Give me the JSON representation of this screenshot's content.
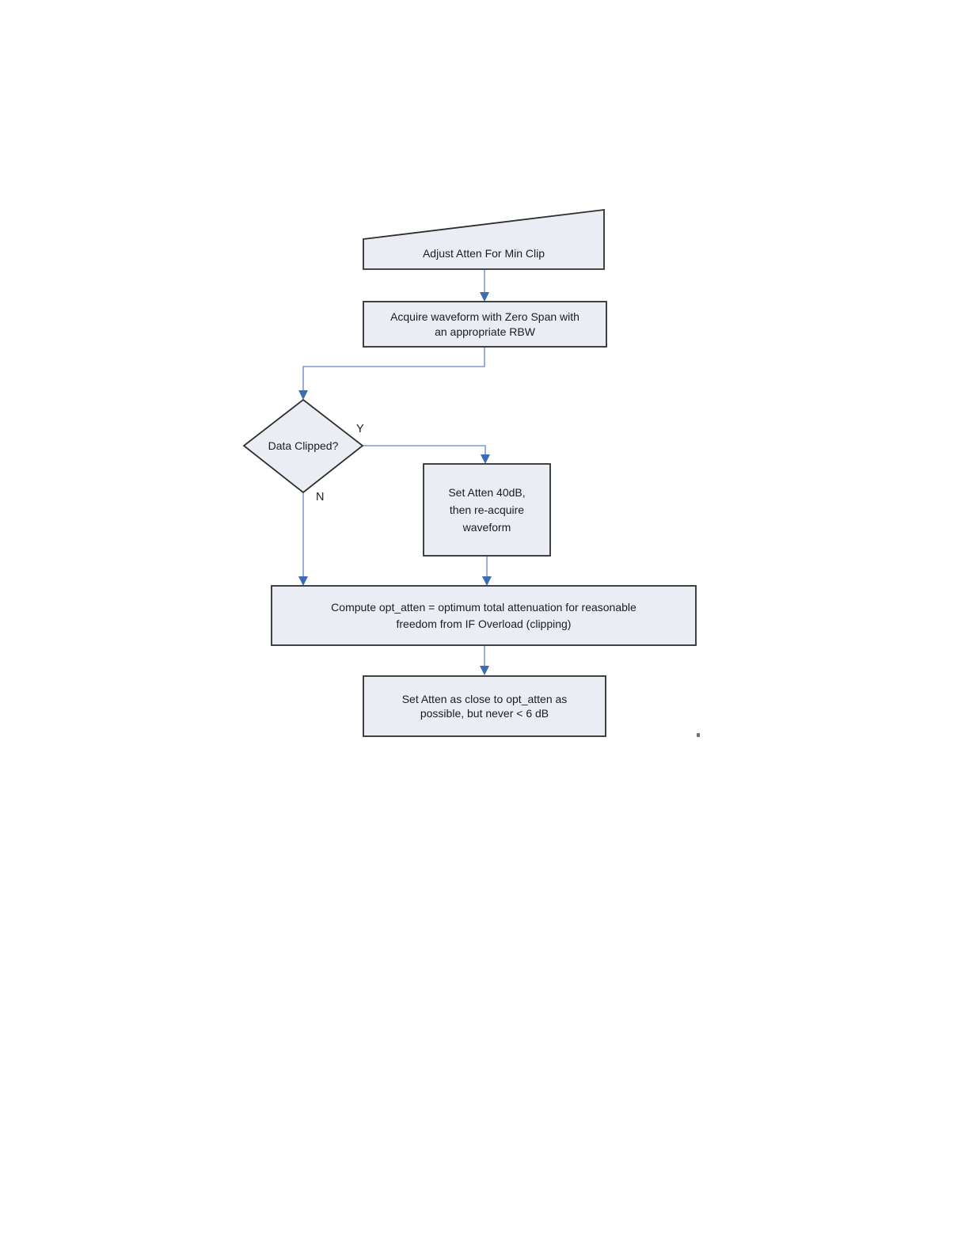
{
  "colors": {
    "page_background": "#ffffff",
    "node_fill": "#eaeef4",
    "node_border": "#2e2e2e",
    "connector_line": "#7b9bd2",
    "arrowhead": "#3c6cb5",
    "text": "#1c1c1c"
  },
  "flowchart": {
    "title_node": "Adjust Atten For Min Clip",
    "nodes": {
      "adjust_atten": {
        "shape": "slant-top-process",
        "label": "Adjust Atten For Min Clip"
      },
      "acquire": {
        "shape": "process",
        "label": "Acquire waveform with Zero Span with\nan appropriate RBW"
      },
      "data_clipped": {
        "shape": "decision",
        "label": "Data Clipped?"
      },
      "set_atten_40": {
        "shape": "process",
        "label": "Set Atten 40dB,\nthen re-acquire\nwaveform"
      },
      "compute_opt_atten": {
        "shape": "process",
        "label": "Compute opt_atten = optimum total attenuation for reasonable\nfreedom from IF Overload (clipping)"
      },
      "set_atten_final": {
        "shape": "process",
        "label": "Set Atten as close to opt_atten as\npossible, but never < 6 dB"
      }
    },
    "branch_labels": {
      "yes": "Y",
      "no": "N"
    },
    "edges": [
      {
        "from": "adjust_atten",
        "to": "acquire"
      },
      {
        "from": "acquire",
        "to": "data_clipped"
      },
      {
        "from": "data_clipped",
        "to": "set_atten_40",
        "label": "Y"
      },
      {
        "from": "data_clipped",
        "to": "compute_opt_atten",
        "label": "N"
      },
      {
        "from": "set_atten_40",
        "to": "compute_opt_atten"
      },
      {
        "from": "compute_opt_atten",
        "to": "set_atten_final"
      }
    ]
  }
}
